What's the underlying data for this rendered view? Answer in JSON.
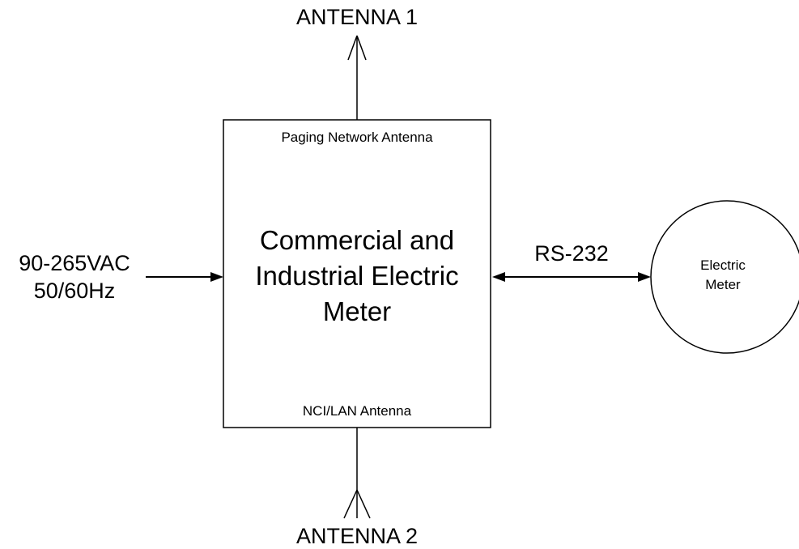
{
  "antenna_top": {
    "label": "ANTENNA 1"
  },
  "antenna_bottom": {
    "label": "ANTENNA 2"
  },
  "main_block": {
    "top_label": "Paging Network Antenna",
    "title_lines": [
      "Commercial and",
      "Industrial Electric",
      "Meter"
    ],
    "bottom_label": "NCI/LAN Antenna"
  },
  "power_input": {
    "lines": [
      "90-265VAC",
      "50/60Hz"
    ]
  },
  "serial_link": {
    "label": "RS-232"
  },
  "meter_node": {
    "lines": [
      "Electric",
      "Meter"
    ]
  },
  "colors": {
    "stroke": "#000000",
    "background": "#ffffff"
  }
}
